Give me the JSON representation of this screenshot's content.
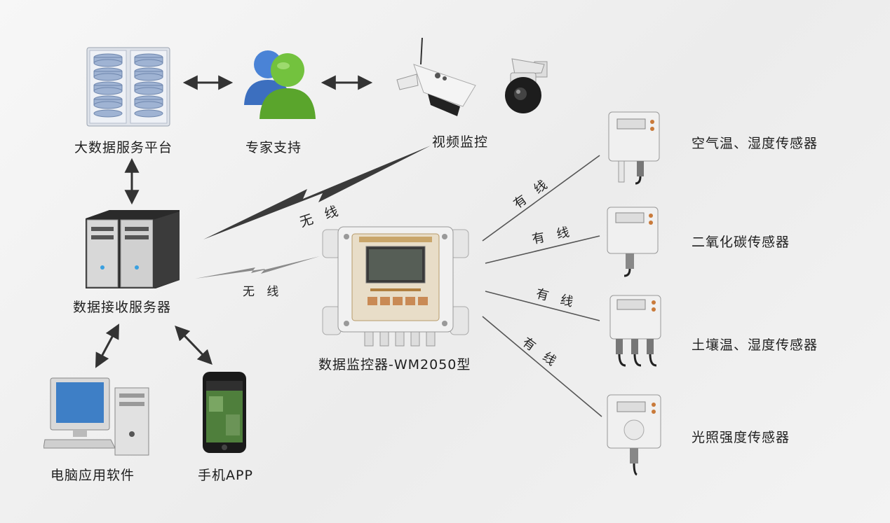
{
  "nodes": {
    "big_data_platform": "大数据服务平台",
    "expert_support": "专家支持",
    "video_monitoring": "视频监控",
    "data_server": "数据接收服务器",
    "pc_software": "电脑应用软件",
    "mobile_app": "手机APP",
    "monitor": "数据监控器-WM2050型"
  },
  "sensors": {
    "air": "空气温、湿度传感器",
    "co2": "二氧化碳传感器",
    "soil": "土壤温、湿度传感器",
    "light": "光照强度传感器"
  },
  "links": {
    "wireless_upper": "无 线",
    "wireless_lower": "无 线",
    "wired_1": "有 线",
    "wired_2": "有 线",
    "wired_3": "有 线",
    "wired_4": "有 线"
  }
}
